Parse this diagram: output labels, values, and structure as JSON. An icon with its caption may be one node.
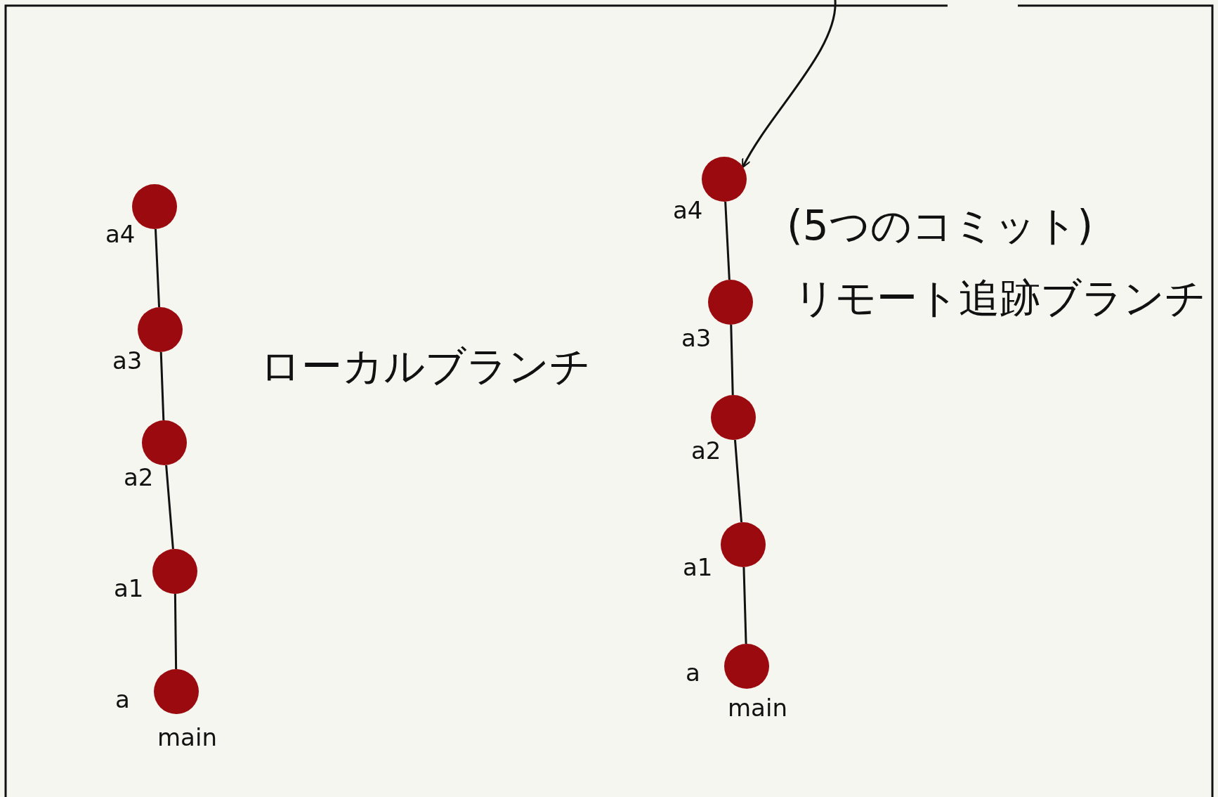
{
  "diagram": {
    "nodes": [
      {
        "text": [],
        "shape": "circle",
        "beside": [
          "a4"
        ]
      },
      {
        "text": [],
        "shape": "circle",
        "beside": [
          "a3"
        ]
      },
      {
        "text": [],
        "shape": "circle",
        "beside": [
          "a2"
        ]
      },
      {
        "text": [],
        "shape": "circle",
        "beside": [
          "a1"
        ]
      },
      {
        "text": [],
        "shape": "circle",
        "beside": [
          "a",
          "main"
        ]
      },
      {
        "text": [],
        "shape": "circle",
        "beside": [
          "a4"
        ]
      },
      {
        "text": [],
        "shape": "circle",
        "beside": [
          "a3"
        ]
      },
      {
        "text": [],
        "shape": "circle",
        "beside": [
          "a2"
        ]
      },
      {
        "text": [],
        "shape": "circle",
        "beside": [
          "a1"
        ]
      },
      {
        "text": [],
        "shape": "circle",
        "beside": [
          "a",
          "main"
        ]
      }
    ],
    "edges": [
      {
        "from": 0,
        "to": 1,
        "arrow": "none"
      },
      {
        "from": 1,
        "to": 2,
        "arrow": "none"
      },
      {
        "from": 2,
        "to": 3,
        "arrow": "none"
      },
      {
        "from": 3,
        "to": 4,
        "arrow": "none"
      },
      {
        "from": 5,
        "to": 6,
        "arrow": "none"
      },
      {
        "from": 6,
        "to": 7,
        "arrow": "none"
      },
      {
        "from": 7,
        "to": 8,
        "arrow": "none"
      },
      {
        "from": 8,
        "to": 9,
        "arrow": "none"
      },
      {
        "from": null,
        "to": 5,
        "arrow": "to"
      }
    ],
    "labels": [
      "ローカルブランチ",
      "(5つのコミット)",
      "リモート追跡ブランチ"
    ]
  }
}
